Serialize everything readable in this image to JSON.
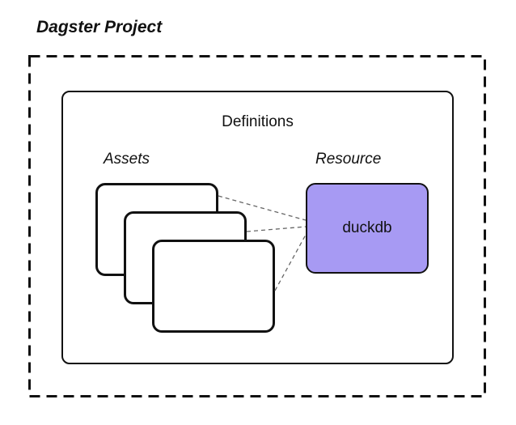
{
  "diagram": {
    "project_label": "Dagster Project",
    "definitions_label": "Definitions",
    "assets_label": "Assets",
    "resource_label": "Resource",
    "resource_box": {
      "label": "duckdb",
      "fill": "#a79af3"
    },
    "colors": {
      "border": "#111111",
      "connector": "#666666",
      "background": "#ffffff"
    }
  }
}
